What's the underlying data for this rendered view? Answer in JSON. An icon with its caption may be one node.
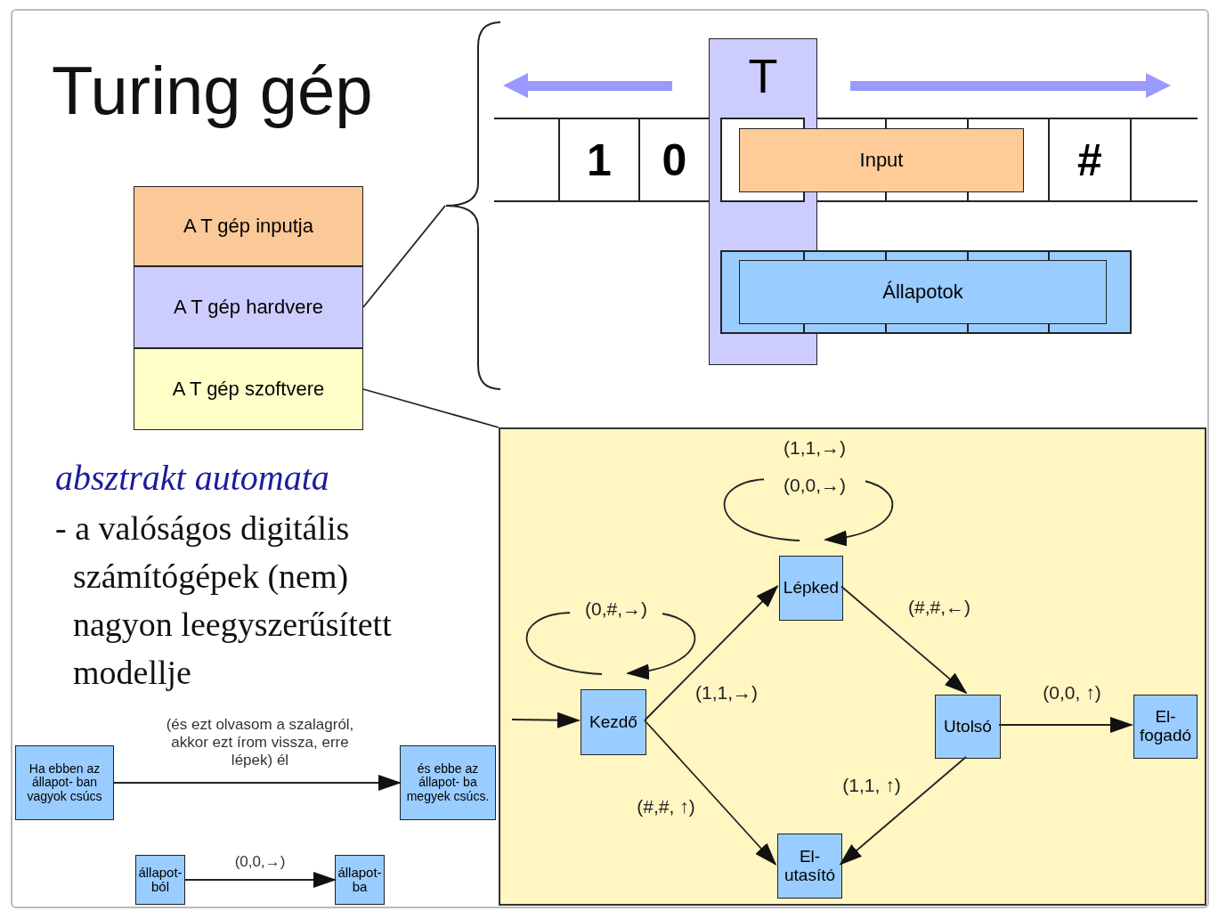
{
  "diagram": {
    "title": "Turing gép",
    "nodes": [
      {
        "text": [
          "A T gép inputja"
        ]
      },
      {
        "text": [
          "A T gép hardvere"
        ]
      },
      {
        "text": [
          "A T gép szoftvere"
        ]
      },
      {
        "text": [],
        "shape": "bracket"
      },
      {
        "text": [
          "T"
        ]
      },
      {
        "text": [
          "Input"
        ]
      },
      {
        "text": [
          "Állapotok"
        ]
      },
      {
        "text": [],
        "shape": "box"
      },
      {
        "text": [
          "Kezdő"
        ],
        "in": 7
      },
      {
        "text": [
          "Lépked"
        ],
        "in": 7
      },
      {
        "text": [
          "Utolsó"
        ],
        "in": 7
      },
      {
        "text": [
          "El- fogadó"
        ],
        "in": 7
      },
      {
        "text": [
          "El- utasító"
        ],
        "in": 7
      },
      {
        "text": [
          "Ha ebben az állapot- ban vagyok csúcs"
        ]
      },
      {
        "text": [
          "és ebbe az állapot- ba megyek csúcs."
        ]
      },
      {
        "text": [
          "állapot- ból"
        ]
      },
      {
        "text": [
          "állapot- ba"
        ]
      }
    ],
    "edges": [
      {
        "from": 1,
        "to": 3,
        "arrow": "none"
      },
      {
        "from": 2,
        "to": 7,
        "arrow": "none"
      },
      {
        "from": null,
        "to": 8,
        "arrow": "to"
      },
      {
        "from": 8,
        "to": 8,
        "arrow": "to",
        "label": "(0,#,→)"
      },
      {
        "from": 8,
        "to": 9,
        "arrow": "to",
        "label": "(1,1,→)"
      },
      {
        "from": 9,
        "to": 9,
        "arrow": "to",
        "label": "(1,1,→) (0,0,→)"
      },
      {
        "from": 9,
        "to": 10,
        "arrow": "to",
        "label": "(#,#,←)"
      },
      {
        "from": 8,
        "to": 12,
        "arrow": "to",
        "label": "(#,#, ↑)"
      },
      {
        "from": 10,
        "to": 11,
        "arrow": "to",
        "label": "(0,0, ↑)"
      },
      {
        "from": 10,
        "to": 12,
        "arrow": "to",
        "label": "(1,1, ↑)"
      },
      {
        "from": 13,
        "to": 14,
        "arrow": "to",
        "label": "(és ezt olvasom a szalagról, akkor ezt írom vissza, erre lépek) él"
      },
      {
        "from": 15,
        "to": 16,
        "arrow": "to",
        "label": "(0,0,→)"
      }
    ],
    "labels": [
      "1",
      "0",
      "#",
      "absztrakt automata",
      "- a valóságos digitális számítógépek (nem) nagyon leegyszerűsített modellje"
    ]
  }
}
